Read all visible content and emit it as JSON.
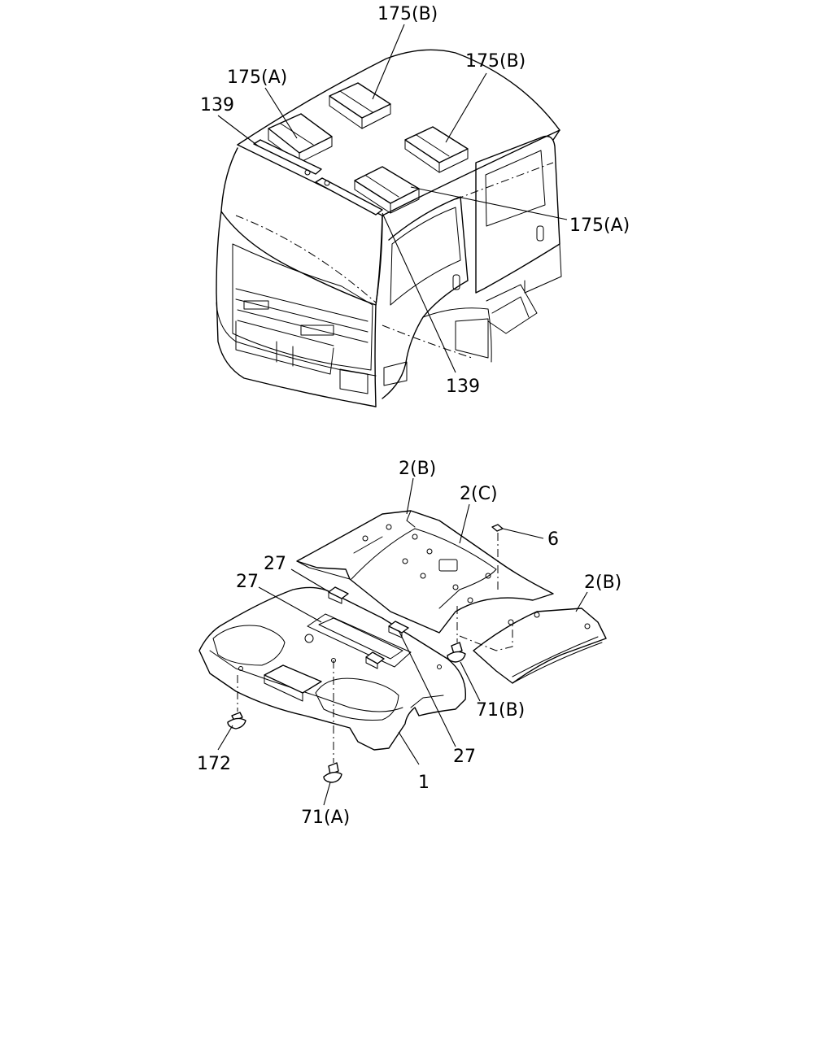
{
  "callouts": {
    "top": {
      "p175b_top": "175(B)",
      "p175b_right": "175(B)",
      "p175a_left": "175(A)",
      "p139_left": "139",
      "p175a_right": "175(A)",
      "p139_bottom": "139"
    },
    "bottom": {
      "p2b_top": "2(B)",
      "p2c": "2(C)",
      "p6": "6",
      "p27_a": "27",
      "p27_b": "27",
      "p2b_right": "2(B)",
      "p71b": "71(B)",
      "p27_c": "27",
      "p172": "172",
      "p1": "1",
      "p71a": "71(A)"
    }
  }
}
